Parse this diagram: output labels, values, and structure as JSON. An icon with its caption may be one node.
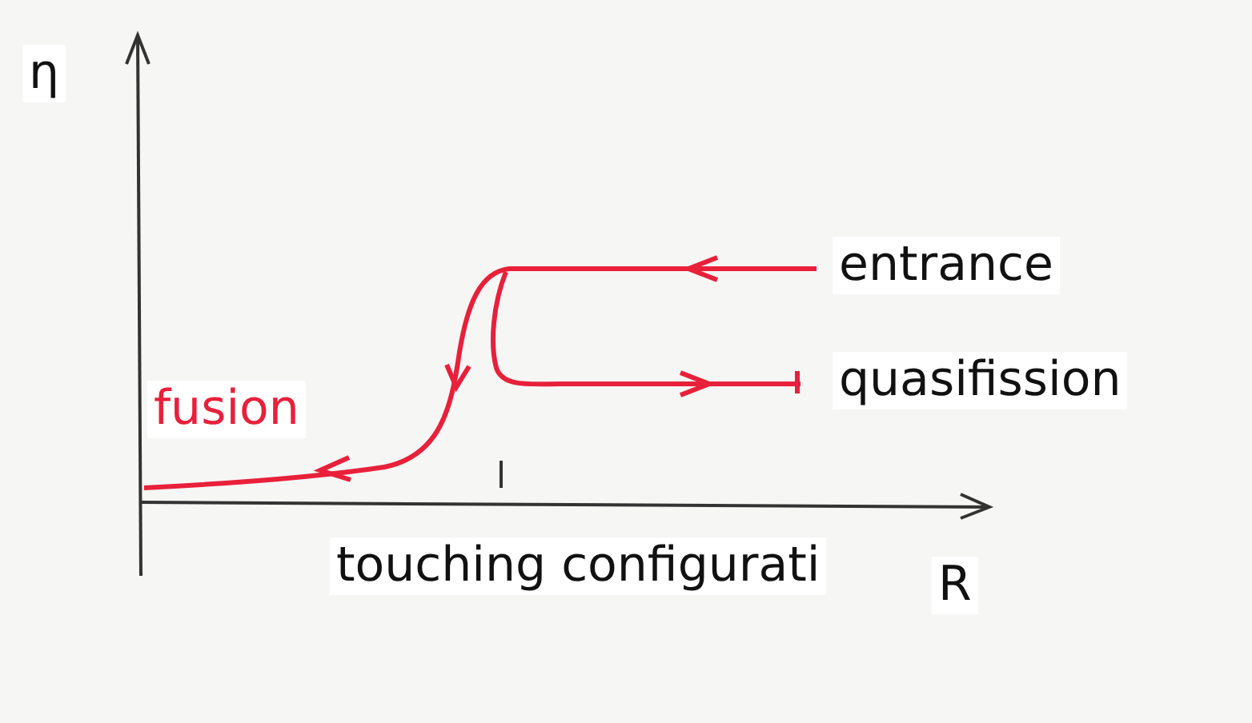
{
  "diagram": {
    "labels": [
      "η",
      "entrance",
      "quasifission",
      "fusion",
      "touching configurati",
      "R"
    ]
  }
}
